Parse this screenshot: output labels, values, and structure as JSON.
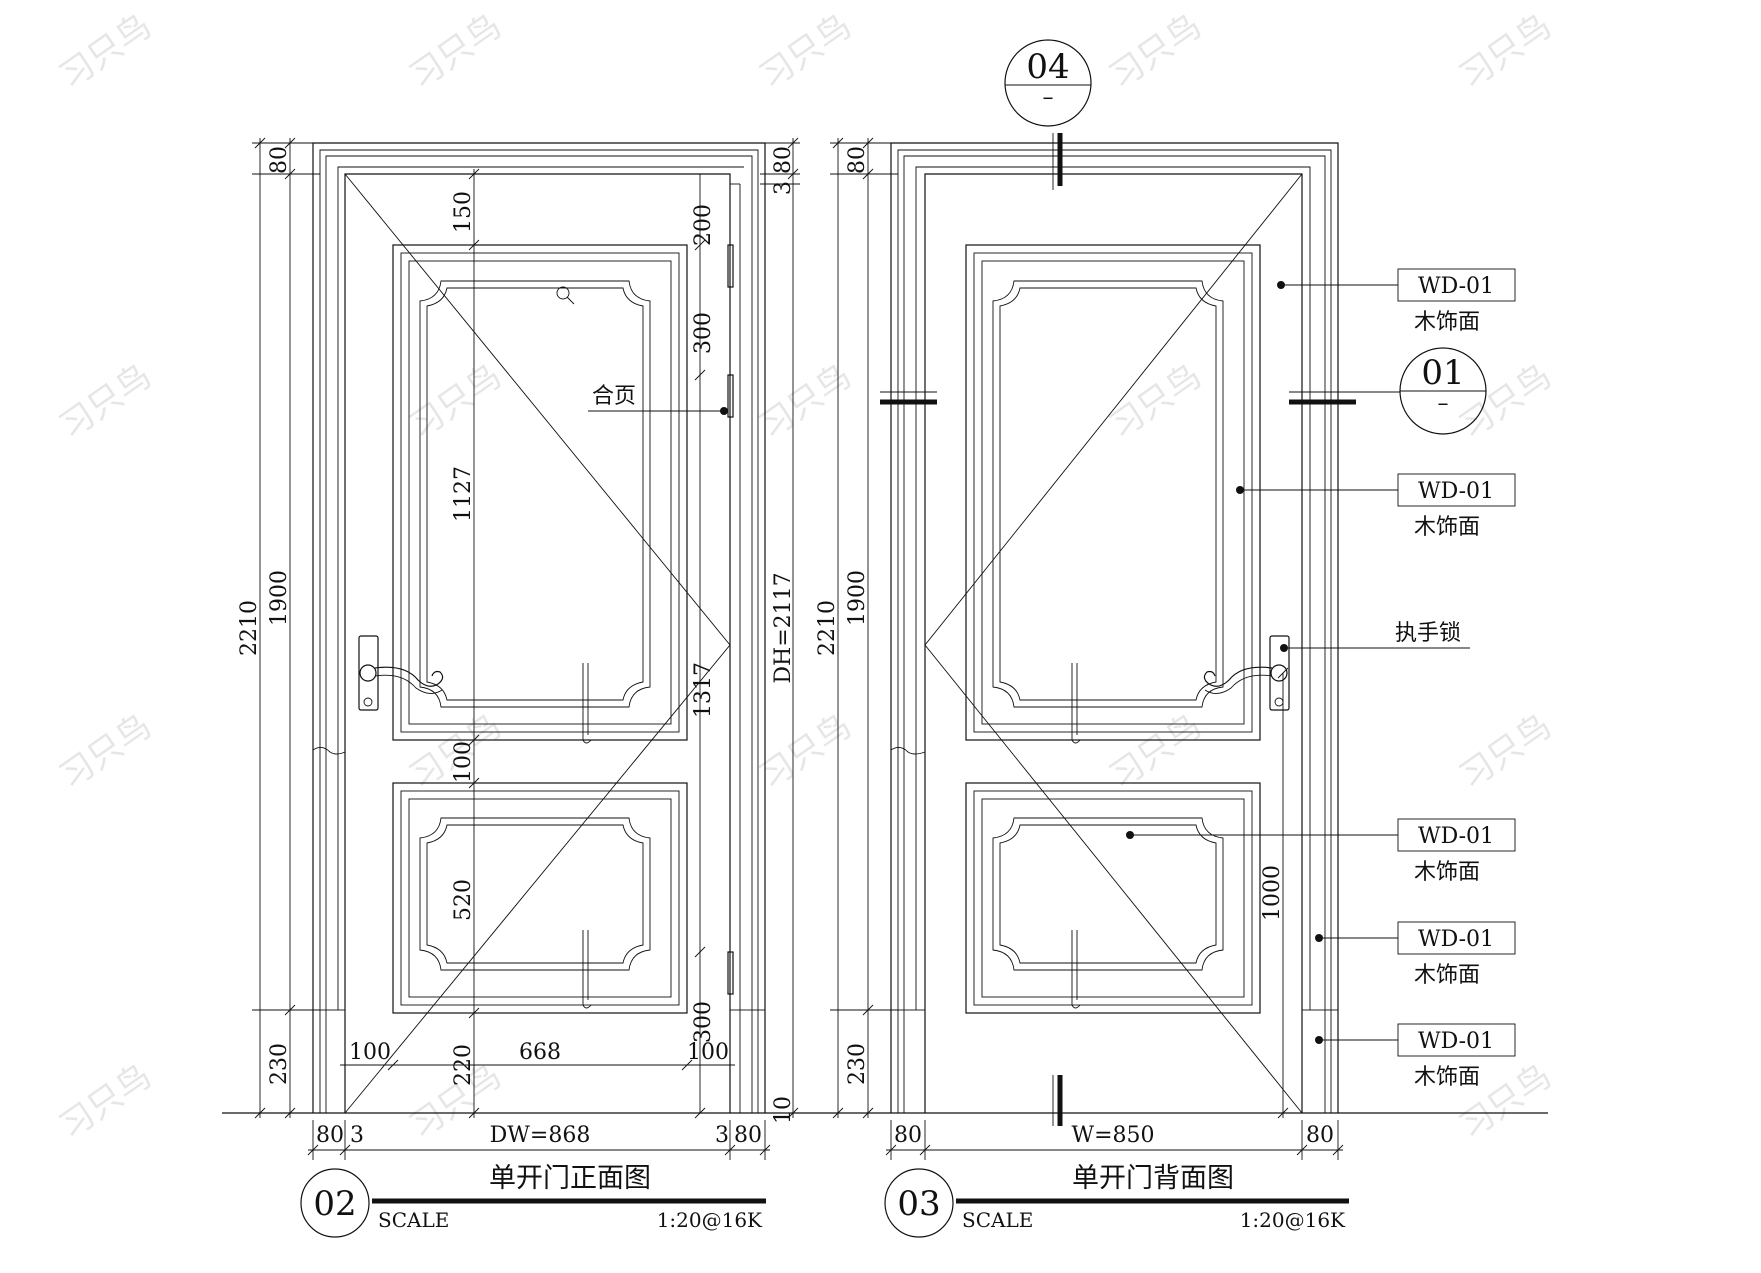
{
  "views": [
    {
      "title": "单开门正面图",
      "number": "02",
      "scale_label": "SCALE",
      "scale_value": "1:20@16K",
      "left_dims": [
        "2210",
        "80",
        "1900",
        "230"
      ],
      "inner_dims": [
        "150",
        "1127",
        "100",
        "520",
        "220"
      ],
      "right_dims": [
        "3",
        "80",
        "200",
        "300",
        "1317",
        "300",
        "DH=2117",
        "10"
      ],
      "width_dims": [
        "100",
        "668",
        "100"
      ],
      "bottom_dims": [
        "80",
        "3",
        "DW=868",
        "3",
        "80"
      ],
      "labels": [
        "合页"
      ]
    },
    {
      "title": "单开门背面图",
      "number": "03",
      "scale_label": "SCALE",
      "scale_value": "1:20@16K",
      "left_dims": [
        "2210",
        "80",
        "1900",
        "230"
      ],
      "inner_dims": [
        "1000"
      ],
      "bottom_dims": [
        "80",
        "W=850",
        "80"
      ],
      "section_marks": [
        {
          "number": "04",
          "sheet": "–"
        },
        {
          "number": "01",
          "sheet": "–"
        }
      ],
      "label_handle": "执手锁",
      "material_tags": [
        {
          "code": "WD-01",
          "desc": "木饰面"
        },
        {
          "code": "WD-01",
          "desc": "木饰面"
        },
        {
          "code": "WD-01",
          "desc": "木饰面"
        },
        {
          "code": "WD-01",
          "desc": "木饰面"
        },
        {
          "code": "WD-01",
          "desc": "木饰面"
        }
      ]
    }
  ],
  "watermark": "习只鸟"
}
